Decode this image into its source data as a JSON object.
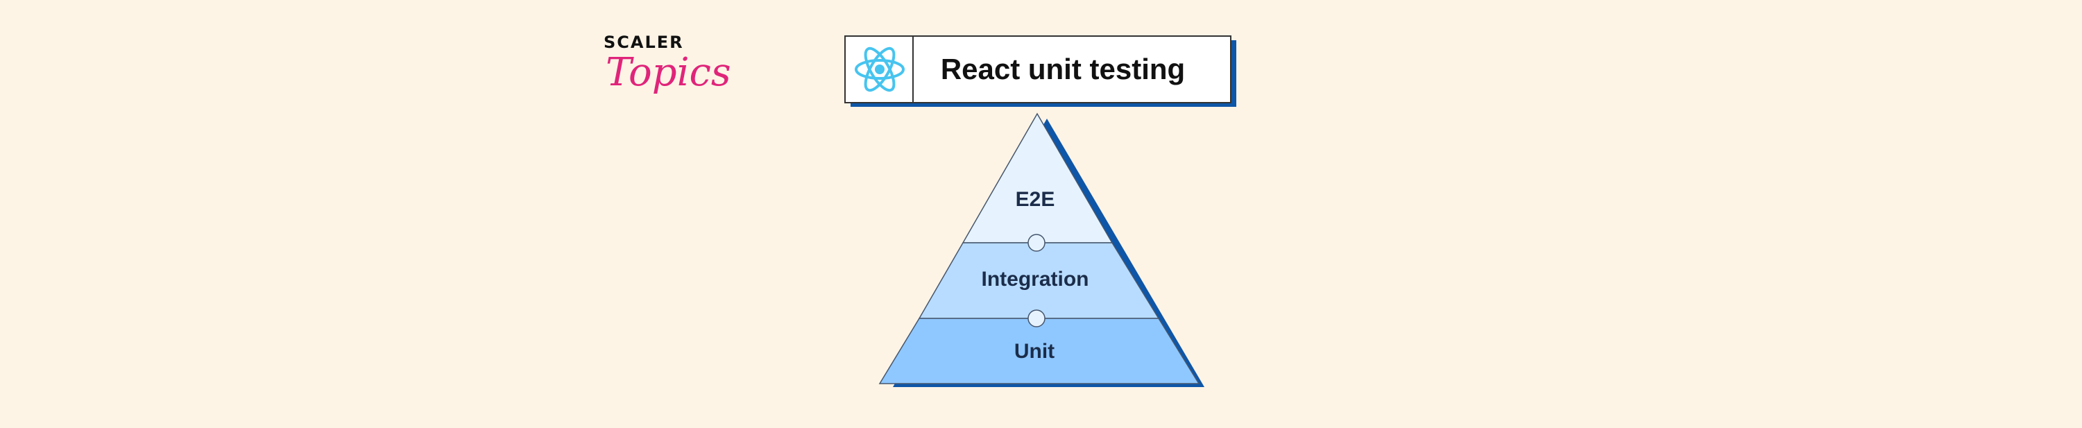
{
  "brand": {
    "top": "SCALER",
    "bottom": "Topics"
  },
  "title": {
    "text": "React unit testing",
    "icon": "react-atom-icon"
  },
  "pyramid": {
    "levels": [
      {
        "label": "E2E"
      },
      {
        "label": "Integration"
      },
      {
        "label": "Unit"
      }
    ]
  },
  "colors": {
    "background": "#fdf4e6",
    "brand_pink": "#e0247a",
    "shadow_blue": "#0e56a8",
    "react_blue": "#47c4ef",
    "level_top": "#e6f3ff",
    "level_mid": "#b8dcff",
    "level_bottom": "#8fc8ff"
  }
}
